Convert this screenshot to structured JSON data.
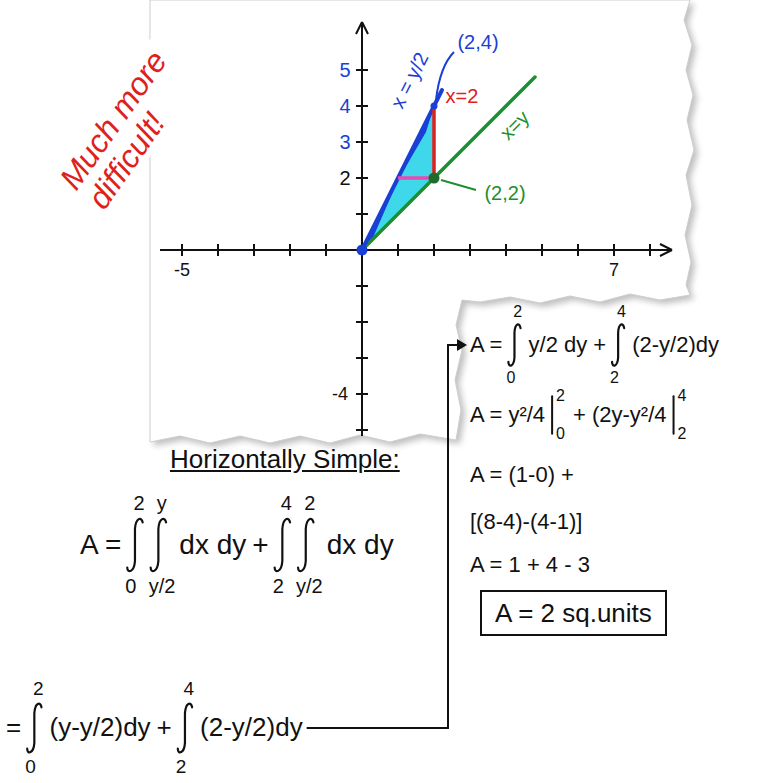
{
  "diagram": {
    "nodes": [
      {
        "text": [
          "A = 2 sq.units"
        ]
      }
    ],
    "labels": [
      "Much more difficult!",
      "5",
      "4",
      "3",
      "2",
      "-5",
      "7",
      "-4",
      "x = y/2",
      "(2,4)",
      "x=2",
      "x=y",
      "(2,2)",
      "Horizontally Simple:",
      "A =",
      "2",
      "0",
      "y",
      "y/2",
      "dx dy",
      "+",
      "4",
      "2",
      "2",
      "y/2",
      "dx dy",
      "=",
      "2",
      "0",
      "(y-y/2)dy",
      "+",
      "4",
      "2",
      "(2-y/2)dy",
      "A =",
      "2",
      "0",
      "y/2 dy",
      "+",
      "4",
      "2",
      "(2-y/2)dy",
      "A =",
      "y²/4",
      "2",
      "0",
      "+ (2y-y²/4",
      "4",
      "2",
      "A = (1-0) +",
      "[(8-4)-(4-1)]",
      "A = 1 + 4 - 3"
    ]
  }
}
